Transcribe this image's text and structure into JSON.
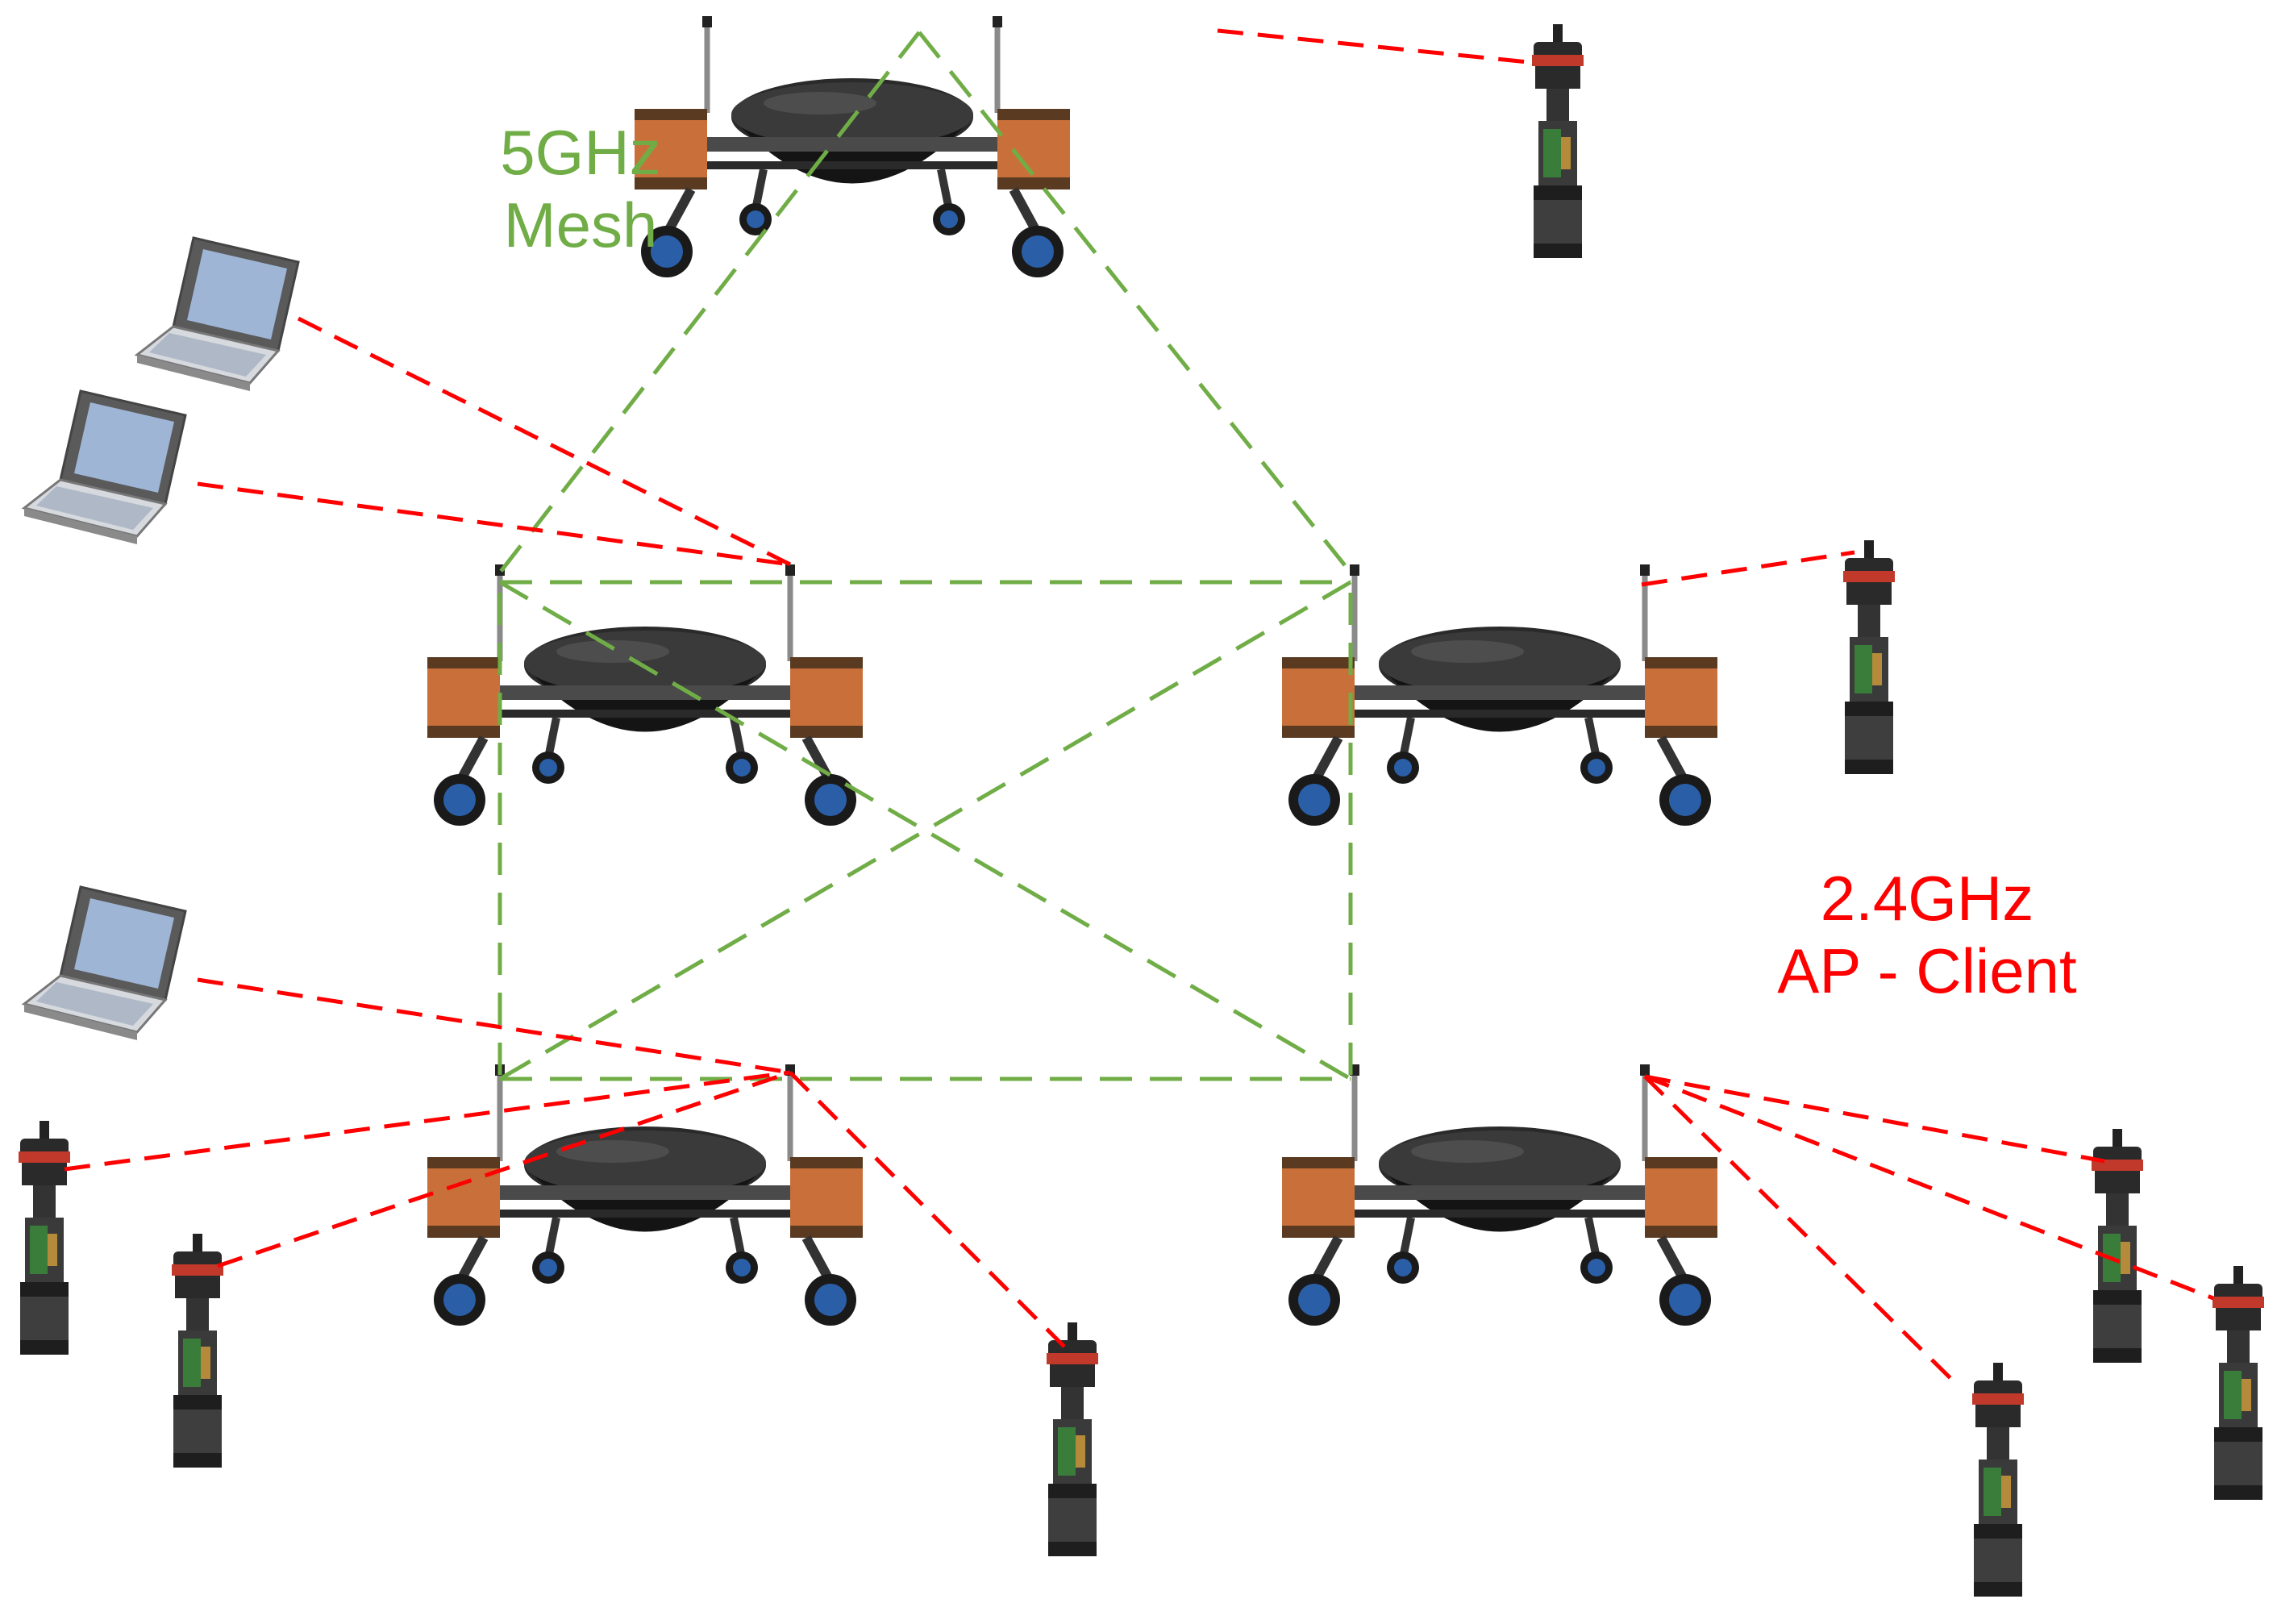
{
  "labels": {
    "mesh_line1": "5GHz",
    "mesh_line2": "Mesh",
    "ap_line1": "2.4GHz",
    "ap_line2": "AP - Client"
  },
  "colors": {
    "mesh_link": "#70AD47",
    "ap_link": "#FF0000",
    "vehicle_body": "#1c1c1c",
    "float_orange": "#C9703A",
    "thruster_blue": "#2a5fa8",
    "laptop_screen": "#9fb5d6",
    "node_red_band": "#c0392b",
    "node_green_board": "#3a7d3a"
  },
  "icons": {
    "vehicle": "underwater-vehicle-icon",
    "laptop": "laptop-icon",
    "sensor_node": "sensor-node-icon"
  }
}
